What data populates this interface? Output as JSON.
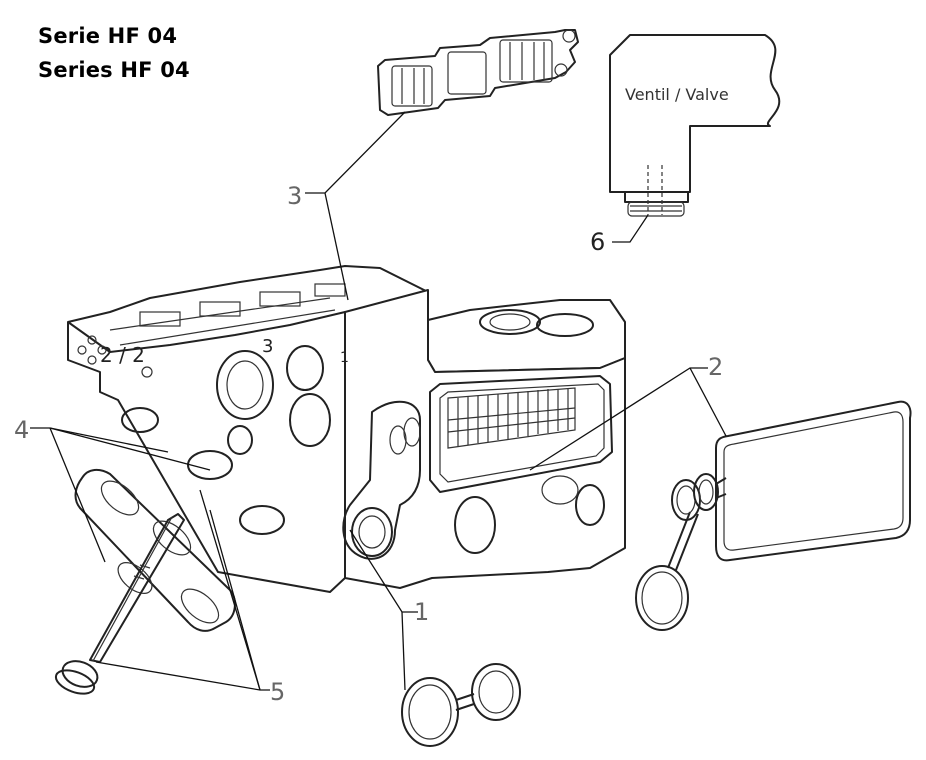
{
  "title": {
    "line1": "Serie HF 04",
    "line2": "Series HF 04"
  },
  "valve_label": "Ventil / Valve",
  "callouts": {
    "c1": "1",
    "c2": "2",
    "c3": "3",
    "c4": "4",
    "c5": "5",
    "c6": "6"
  },
  "block_marks": {
    "port_label": "2 / 2",
    "num_3": "3",
    "num_1": "1"
  }
}
